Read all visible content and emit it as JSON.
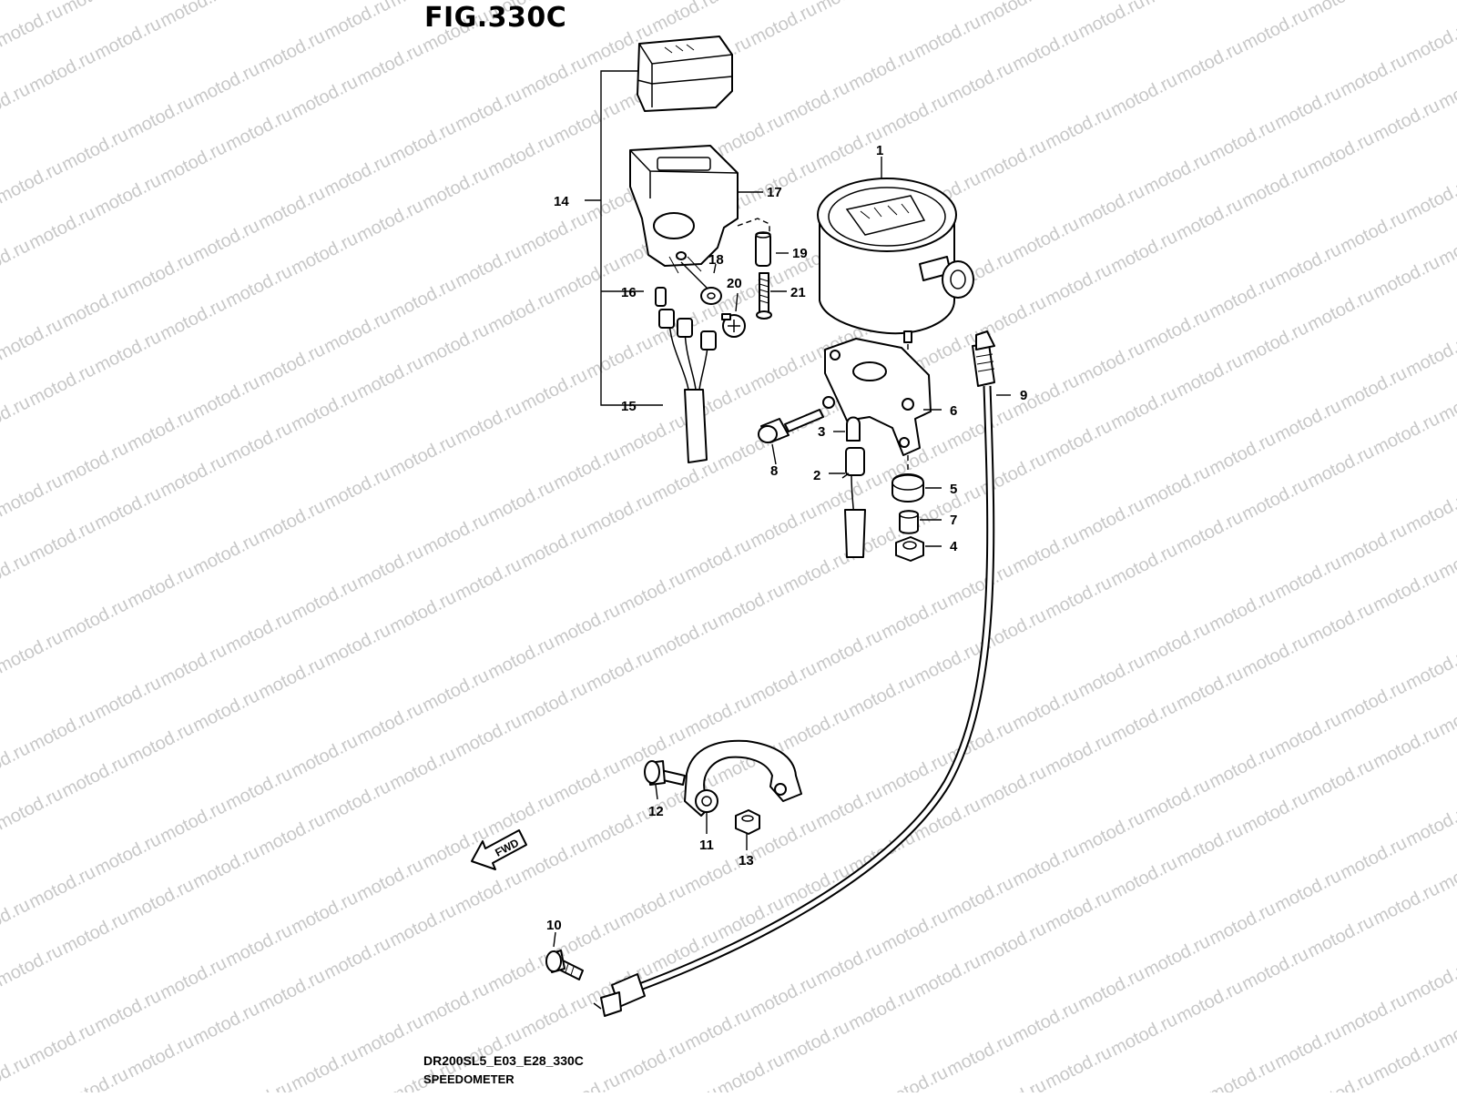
{
  "figure": {
    "title": "FIG.330C",
    "code": "DR200SL5_E03_E28_330C",
    "name": "SPEEDOMETER"
  },
  "watermark": {
    "text": "motod.ru"
  },
  "fwd_label": "FWD",
  "callouts": [
    {
      "id": "1",
      "label": "1"
    },
    {
      "id": "2",
      "label": "2"
    },
    {
      "id": "3",
      "label": "3"
    },
    {
      "id": "4",
      "label": "4"
    },
    {
      "id": "5",
      "label": "5"
    },
    {
      "id": "6",
      "label": "6"
    },
    {
      "id": "7",
      "label": "7"
    },
    {
      "id": "8",
      "label": "8"
    },
    {
      "id": "9",
      "label": "9"
    },
    {
      "id": "10",
      "label": "10"
    },
    {
      "id": "11",
      "label": "11"
    },
    {
      "id": "12",
      "label": "12"
    },
    {
      "id": "13",
      "label": "13"
    },
    {
      "id": "14",
      "label": "14"
    },
    {
      "id": "15",
      "label": "15"
    },
    {
      "id": "16",
      "label": "16"
    },
    {
      "id": "17",
      "label": "17"
    },
    {
      "id": "18",
      "label": "18"
    },
    {
      "id": "19",
      "label": "19"
    },
    {
      "id": "20",
      "label": "20"
    },
    {
      "id": "21",
      "label": "21"
    }
  ],
  "colors": {
    "line": "#000000",
    "background": "#ffffff",
    "watermark": "#c8c8c8"
  }
}
